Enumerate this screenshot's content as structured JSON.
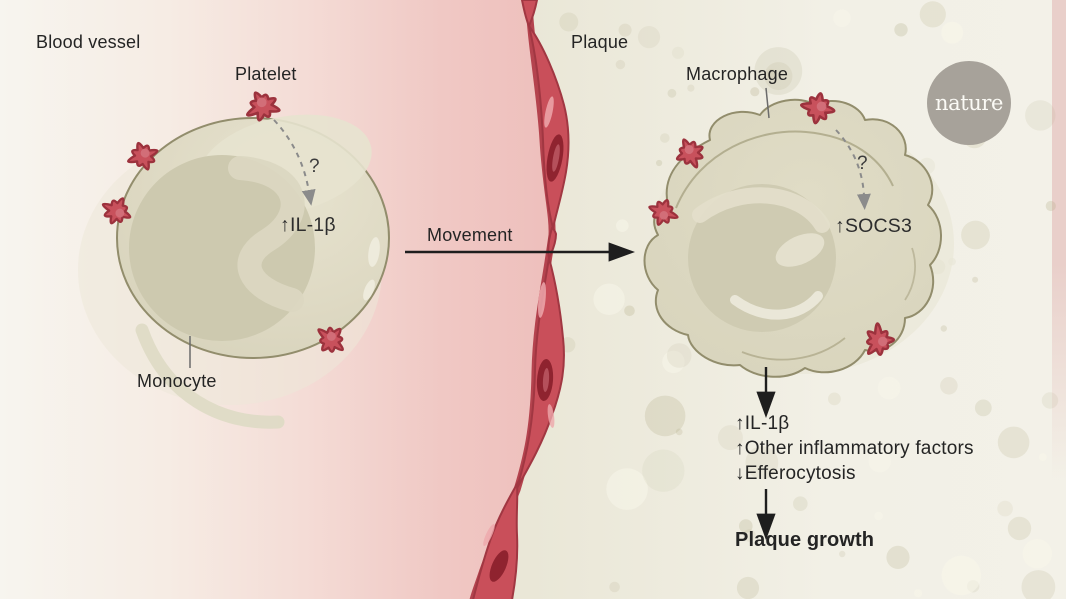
{
  "regions": {
    "left_label": "Blood vessel",
    "right_label": "Plaque"
  },
  "cells": {
    "platelet_label": "Platelet",
    "monocyte_label": "Monocyte",
    "macrophage_label": "Macrophage"
  },
  "movement": {
    "label": "Movement"
  },
  "monocyte_annotation": {
    "question_mark": "?",
    "effect": "↑IL-1β"
  },
  "macrophage_annotation": {
    "question_mark": "?",
    "effect": "↑SOCS3"
  },
  "outcomes": {
    "line1": "↑IL-1β",
    "line2": "↑Other inflammatory factors",
    "line3": "↓Efferocytosis",
    "result": "Plaque growth"
  },
  "logo": {
    "text": "nature"
  },
  "colors": {
    "platelet_red": "#c8515c",
    "platelet_outline": "#9c323d",
    "vessel_red": "#c94f5a",
    "vessel_outline": "#a13742",
    "nucleus_dark_red": "#8f232f",
    "cell_body": "#dcd8c1",
    "cell_outline": "#928d6c",
    "blood_pink": "#eebfbc",
    "background_left": "#f7f5ef",
    "background_right": "#efede1",
    "bubble_beige": "#b2ad88",
    "logo_gray": "#a7a29a",
    "text_dark": "#242424"
  }
}
